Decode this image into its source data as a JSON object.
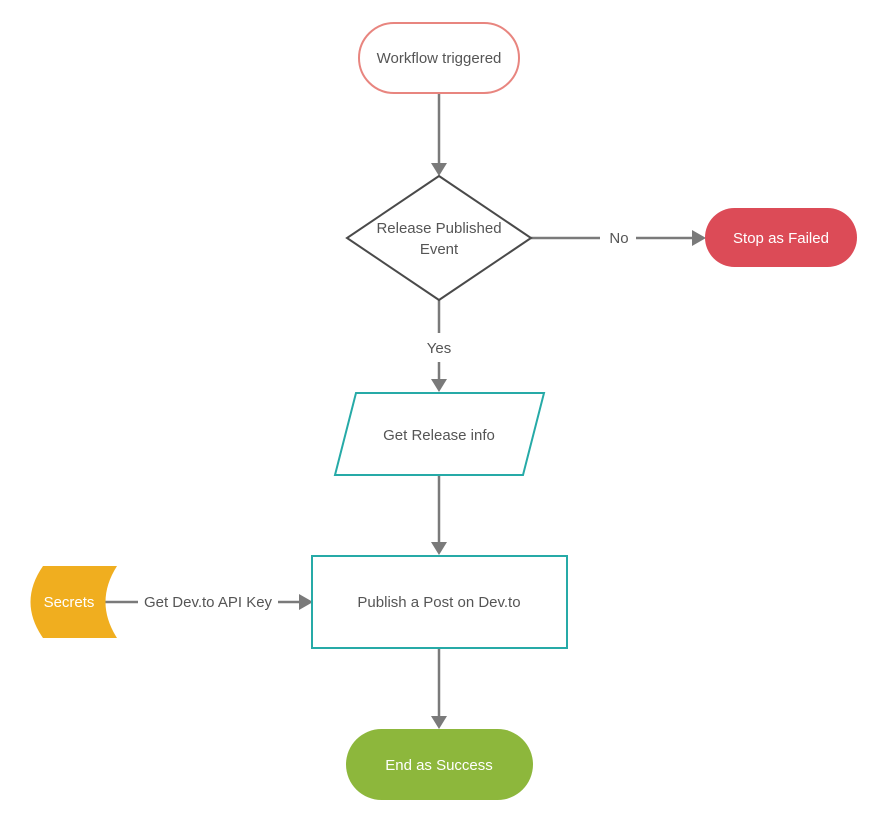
{
  "nodes": {
    "start": {
      "label": "Workflow triggered"
    },
    "decision": {
      "line1": "Release Published",
      "line2": "Event"
    },
    "failed": {
      "label": "Stop as Failed"
    },
    "get_release": {
      "label": "Get Release info"
    },
    "publish": {
      "label": "Publish a Post on Dev.to"
    },
    "secrets": {
      "label": "Secrets"
    },
    "success": {
      "label": "End as Success"
    }
  },
  "edges": {
    "no": {
      "label": "No"
    },
    "yes": {
      "label": "Yes"
    },
    "api_key": {
      "label": "Get Dev.to API Key"
    }
  },
  "colors": {
    "start_stroke": "#e8857f",
    "decision_stroke": "#4a4a4a",
    "failed_fill": "#dc4b57",
    "parallelogram_stroke": "#26aaa7",
    "process_stroke": "#26aaa7",
    "secrets_fill": "#f0ae1f",
    "success_fill": "#8db73c",
    "edge": "#7a7a7a"
  }
}
